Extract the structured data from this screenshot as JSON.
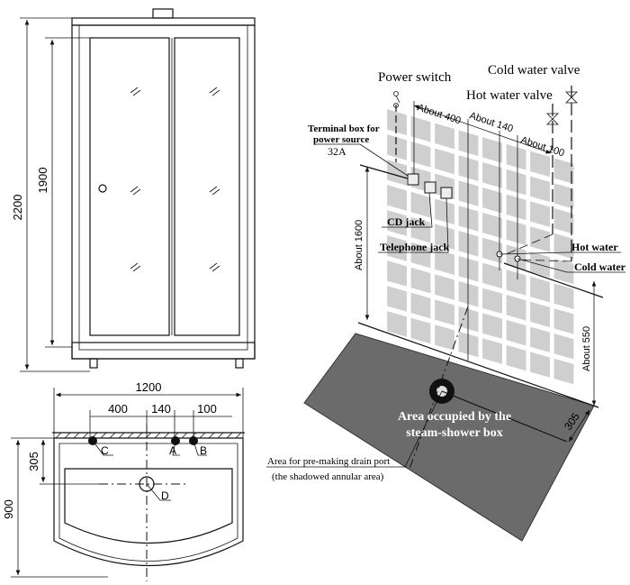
{
  "front_view": {
    "height_total": "2200",
    "height_door": "1900"
  },
  "plan_view": {
    "width_total": "1200",
    "offset_c": "400",
    "offset_a": "140",
    "offset_b": "100",
    "depth_points": "305",
    "depth_total": "900",
    "points": {
      "c": "C",
      "a": "A",
      "b": "B",
      "d": "D"
    }
  },
  "installation_view": {
    "power_switch": "Power switch",
    "cold_water_valve": "Cold water valve",
    "hot_water_valve": "Hot water valve",
    "terminal_box_line1": "Terminal box for",
    "terminal_box_line2": "power source",
    "terminal_box_rating": "32A",
    "about_400": "About 400",
    "about_140": "About 140",
    "about_100": "About 100",
    "about_1600": "About 1600",
    "cd_jack": "CD jack",
    "telephone_jack": "Telephone jack",
    "hot_water": "Hot water",
    "cold_water": "Cold water",
    "about_550": "About 550",
    "dim_305": "305",
    "area_line1": "Area occupied by the",
    "area_line2": "steam-shower box",
    "drain_line1": "Area for pre-making drain port",
    "drain_line2": "(the shadowed annular area)"
  },
  "colors": {
    "floor": "#6b6b6b",
    "tile": "#cfcfcf",
    "grout": "#ffffff"
  }
}
